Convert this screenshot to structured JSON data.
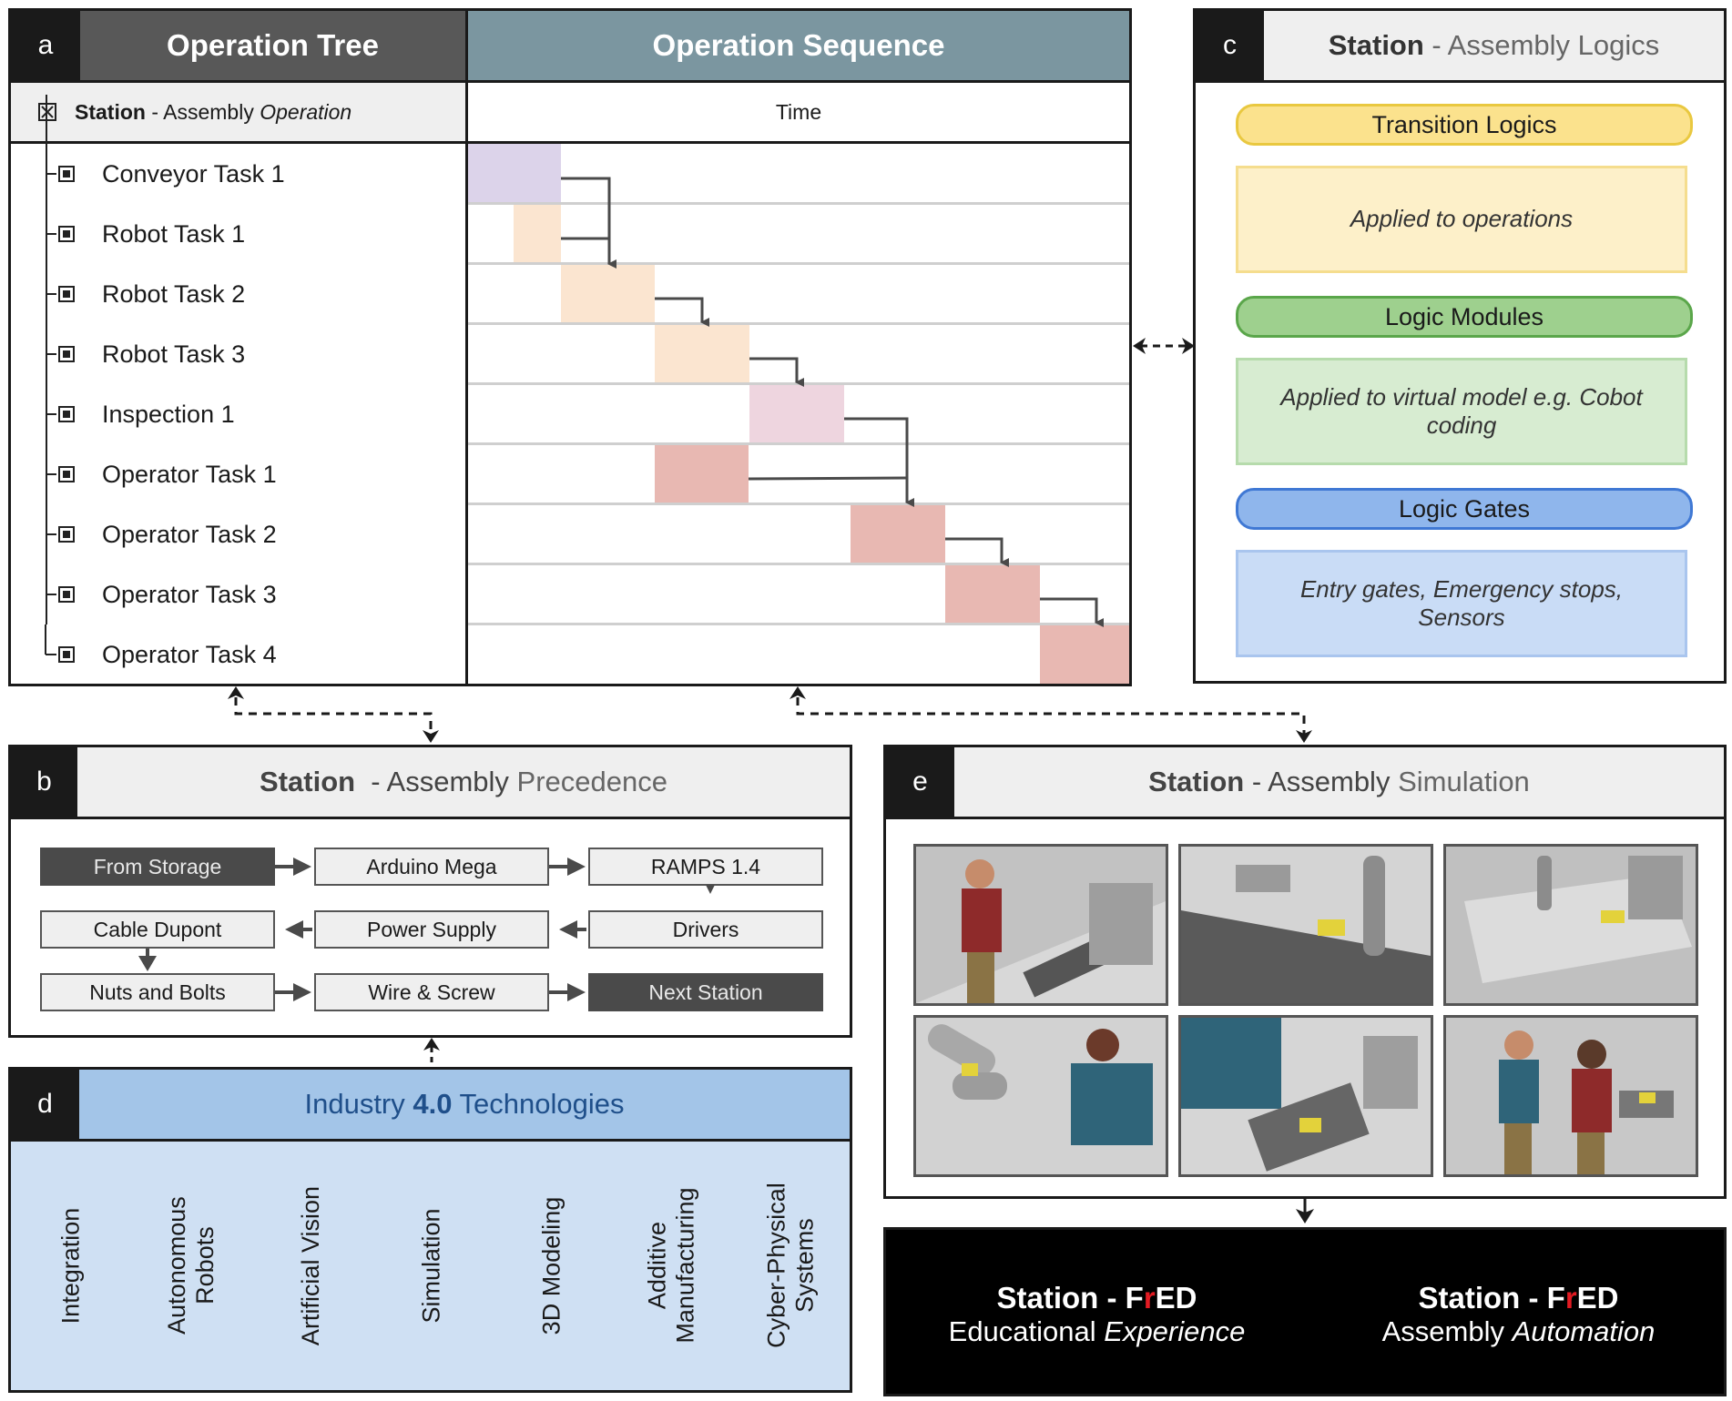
{
  "panel_a": {
    "letter": "a",
    "tree_title": "Operation Tree",
    "sequence_title": "Operation Sequence",
    "root_bold": "Station",
    "root_rest": " - Assembly ",
    "root_italic": "Operation",
    "time_label": "Time",
    "tasks": [
      "Conveyor Task 1",
      "Robot Task 1",
      "Robot Task 2",
      "Robot Task 3",
      "Inspection 1",
      "Operator Task 1",
      "Operator Task 2",
      "Operator Task 3",
      "Operator Task 4"
    ]
  },
  "panel_b": {
    "letter": "b",
    "title_bold": "Station",
    "title_rest": "  - Assembly ",
    "title_light": "Precedence",
    "steps": [
      "From Storage",
      "Arduino Mega",
      "RAMPS 1.4",
      "Cable Dupont",
      "Power Supply",
      "Drivers",
      "Nuts and Bolts",
      "Wire & Screw",
      "Next Station"
    ]
  },
  "panel_c": {
    "letter": "c",
    "title_bold": "Station",
    "title_rest": " - Assembly Logics",
    "transition_label": "Transition Logics",
    "transition_desc": "Applied to operations",
    "modules_label": "Logic Modules",
    "modules_desc": "Applied to virtual model e.g. Cobot coding",
    "gates_label": "Logic Gates",
    "gates_desc": "Entry gates, Emergency stops, Sensors"
  },
  "panel_d": {
    "letter": "d",
    "title_pre": "Industry ",
    "title_bold": "4.0",
    "title_post": " Technologies",
    "technologies": [
      "Integration",
      "Autonomous\nRobots",
      "Artificial Vision",
      "Simulation",
      "3D Modeling",
      "Additive\nManufacturing",
      "Cyber-Physical\nSystems"
    ]
  },
  "panel_e": {
    "letter": "e",
    "title_bold": "Station",
    "title_rest": " - Assembly ",
    "title_light": "Simulation"
  },
  "fred": {
    "left_pre": "Station - F",
    "left_r": "r",
    "left_post": "ED",
    "left_line2_normal": "Educational ",
    "left_line2_italic": "Experience",
    "right_pre": "Station - F",
    "right_r": "r",
    "right_post": "ED",
    "right_line2_normal": "Assembly ",
    "right_line2_italic": "Automation"
  },
  "colors": {
    "tree_header": "#585858",
    "sequence_header": "#7b96a0",
    "conveyor": "#dcd3ea",
    "robot": "#fbe5d0",
    "inspection": "#eed5df",
    "operator": "#e8b8b2",
    "transition": "#fbe28d",
    "modules": "#9ed08e",
    "gates": "#8fb6ec",
    "industry_header": "#a3c5e8",
    "industry_cols": "#cfe0f3",
    "fred_accent": "#e31b23"
  }
}
